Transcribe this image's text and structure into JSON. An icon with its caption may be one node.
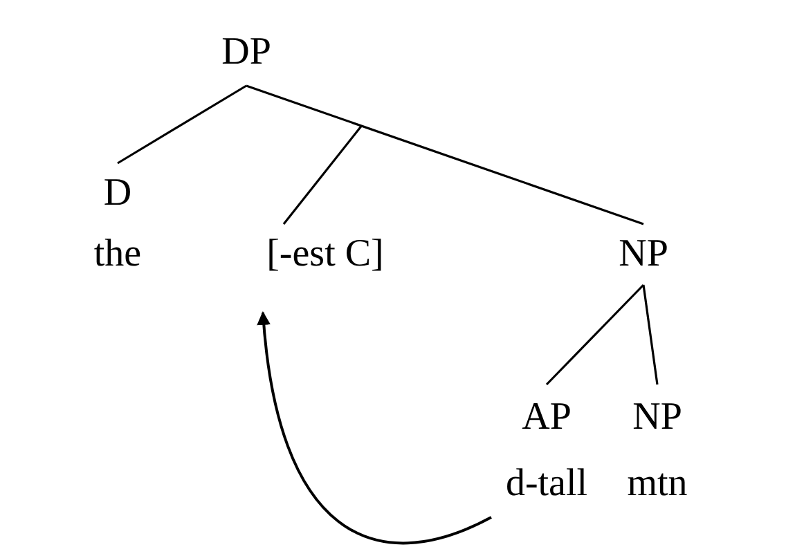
{
  "diagram": {
    "nodes": [
      {
        "text": [
          "DP"
        ]
      },
      {
        "text": [
          "D",
          "the"
        ]
      },
      {
        "text": [
          "[-est C]"
        ]
      },
      {
        "text": [
          "NP"
        ]
      },
      {
        "text": [
          "AP",
          "d-tall"
        ]
      },
      {
        "text": [
          "NP",
          "mtn"
        ]
      }
    ],
    "edges": [
      {
        "from": 0,
        "to": 1,
        "arrow": "none"
      },
      {
        "from": 0,
        "to": 3,
        "arrow": "none"
      },
      {
        "from": null,
        "to": 2,
        "arrow": "none"
      },
      {
        "from": 3,
        "to": 4,
        "arrow": "none"
      },
      {
        "from": 3,
        "to": 5,
        "arrow": "none"
      },
      {
        "from": 4,
        "to": 2,
        "arrow": "to"
      }
    ]
  }
}
